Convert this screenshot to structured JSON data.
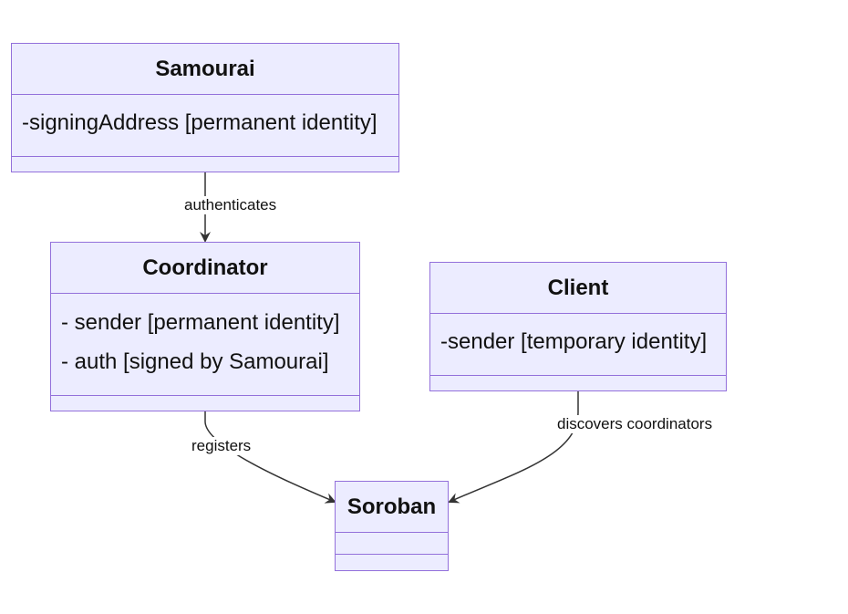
{
  "classes": {
    "samourai": {
      "name": "Samourai",
      "attributes": [
        "-signingAddress [permanent identity]"
      ]
    },
    "coordinator": {
      "name": "Coordinator",
      "attributes": [
        "- sender [permanent identity]",
        "- auth [signed by Samourai]"
      ]
    },
    "client": {
      "name": "Client",
      "attributes": [
        "-sender [temporary identity]"
      ]
    },
    "soroban": {
      "name": "Soroban",
      "attributes": []
    }
  },
  "edges": [
    {
      "from": "Samourai",
      "to": "Coordinator",
      "label": "authenticates"
    },
    {
      "from": "Coordinator",
      "to": "Soroban",
      "label": "registers"
    },
    {
      "from": "Client",
      "to": "Soroban",
      "label": "discovers coordinators"
    }
  ],
  "colors": {
    "box_fill": "#ECECFF",
    "box_border": "#9370DB",
    "edge": "#333333"
  }
}
